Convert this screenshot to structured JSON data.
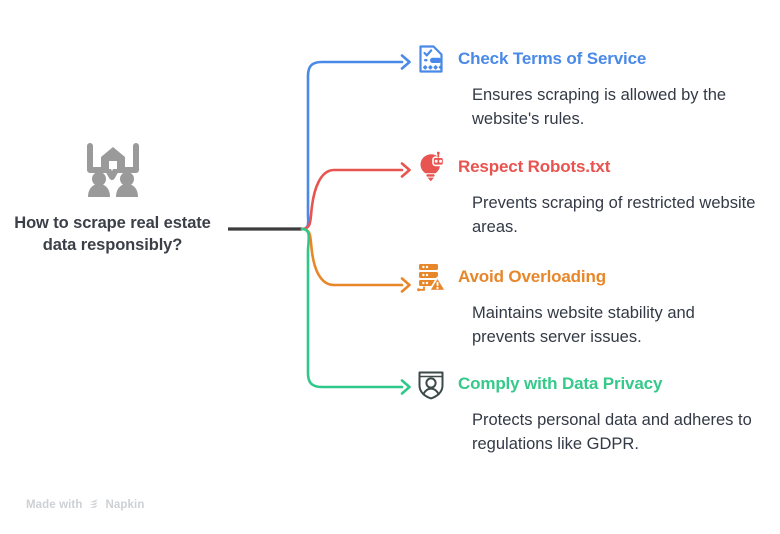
{
  "root": {
    "label": "How to scrape real estate data responsibly?",
    "icon": "people-house-discussion-icon",
    "icon_color": "#9a9a9a",
    "text_color": "#3b4048"
  },
  "stem": {
    "color": "#3c3c3c"
  },
  "branches": [
    {
      "id": "check-terms-of-service",
      "title": "Check Terms of Service",
      "description": "Ensures scraping is allowed by the website's rules.",
      "icon": "document-checklist-icon",
      "color": "#4a89e8",
      "connector_color": "#4a89e8"
    },
    {
      "id": "respect-robots-txt",
      "title": "Respect Robots.txt",
      "description": "Prevents scraping of restricted website areas.",
      "icon": "robot-bulb-icon",
      "color": "#e8544f",
      "connector_color": "#e8544f"
    },
    {
      "id": "avoid-overloading",
      "title": "Avoid Overloading",
      "description": "Maintains website stability and prevents server issues.",
      "icon": "server-warning-icon",
      "color": "#e8862a",
      "connector_color": "#e8862a"
    },
    {
      "id": "comply-with-data-privacy",
      "title": "Comply with Data Privacy",
      "description": "Protects personal data and adheres to regulations like GDPR.",
      "icon": "shield-user-icon",
      "color": "#35c98a",
      "connector_color": "#2ec98a",
      "icon_color": "#3c4a4a"
    }
  ],
  "watermark": {
    "prefix": "Made with",
    "brand": "Napkin",
    "color": "#cdd0d4"
  }
}
